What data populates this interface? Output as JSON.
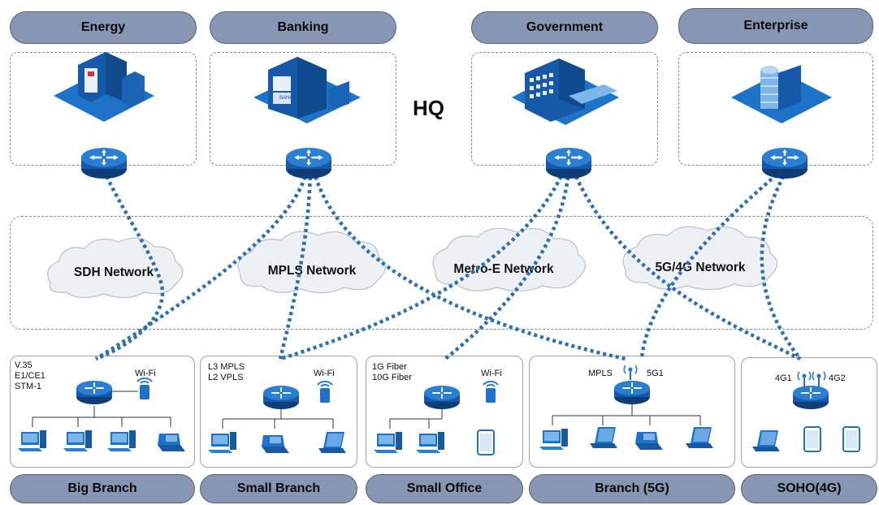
{
  "sectors": [
    {
      "label": "Energy",
      "icon": "energy-building-icon"
    },
    {
      "label": "Banking",
      "icon": "bank-building-icon"
    },
    {
      "label": "Government",
      "icon": "government-building-icon"
    },
    {
      "label": "Enterprise",
      "icon": "enterprise-building-icon"
    }
  ],
  "hq_label": "HQ",
  "networks": [
    "SDH Network",
    "MPLS Network",
    "Metro-E Network",
    "5G/4G Network"
  ],
  "branches": [
    {
      "label": "Big Branch",
      "lines": [
        "V.35",
        "E1/CE1",
        "STM-1"
      ],
      "wifi": "Wi-Fi"
    },
    {
      "label": "Small Branch",
      "lines": [
        "L3 MPLS",
        "L2 VPLS"
      ],
      "wifi": "Wi-Fi"
    },
    {
      "label": "Small Office",
      "lines": [
        "1G Fiber",
        "10G Fiber"
      ],
      "wifi": "Wi-Fi"
    },
    {
      "label": "Branch  (5G)",
      "tag1": "MPLS",
      "tag2": "5G1"
    },
    {
      "label": "SOHO(4G)",
      "tag1": "4G1",
      "tag2": "4G2"
    }
  ],
  "colors": {
    "pill": "#8796b3",
    "icon_blue": "#1e73c8",
    "dash": "#2d6fb0",
    "cloud": "#eef0f4"
  }
}
